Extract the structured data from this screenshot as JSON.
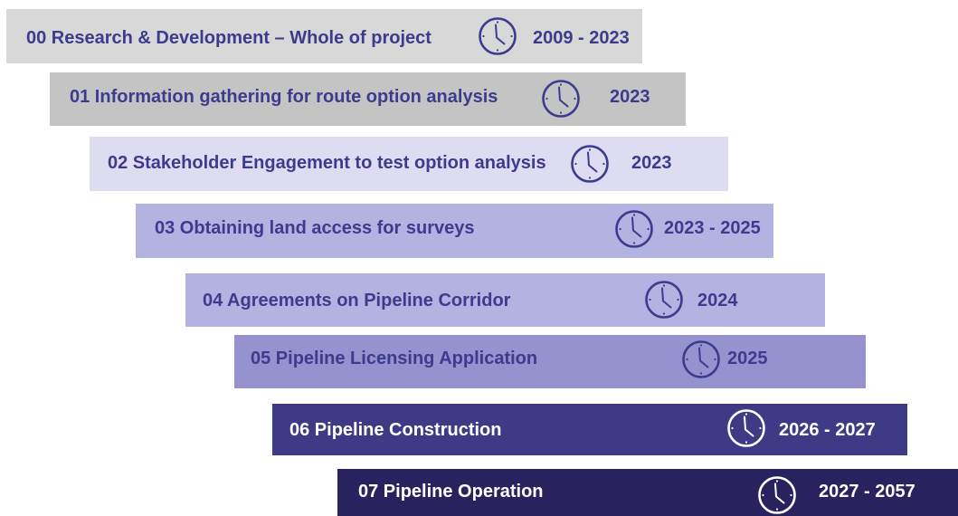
{
  "stages": [
    {
      "label": "00 Research & Development – Whole of project",
      "years": "2009 - 2023",
      "bg": "#d8d8d8",
      "fg": "#3d3b8e"
    },
    {
      "label": "01 Information gathering for route option analysis",
      "years": "2023",
      "bg": "#c4c4c4",
      "fg": "#3d3b8e"
    },
    {
      "label": "02 Stakeholder Engagement to test option analysis",
      "years": "2023",
      "bg": "#dddcf0",
      "fg": "#3d3b8e"
    },
    {
      "label": "03 Obtaining land access for surveys",
      "years": "2023 - 2025",
      "bg": "#b4b2e0",
      "fg": "#3d3b8e"
    },
    {
      "label": "04 Agreements on Pipeline Corridor",
      "years": "2024",
      "bg": "#b4b2e0",
      "fg": "#3d3b8e"
    },
    {
      "label": "05 Pipeline Licensing Application",
      "years": "2025",
      "bg": "#9592cf",
      "fg": "#3d3b8e"
    },
    {
      "label": "06 Pipeline Construction",
      "years": "2026 - 2027",
      "bg": "#3f3a86",
      "fg": "#ffffff"
    },
    {
      "label": "07 Pipeline Operation",
      "years": "2027 - 2057",
      "bg": "#28235e",
      "fg": "#ffffff"
    }
  ]
}
